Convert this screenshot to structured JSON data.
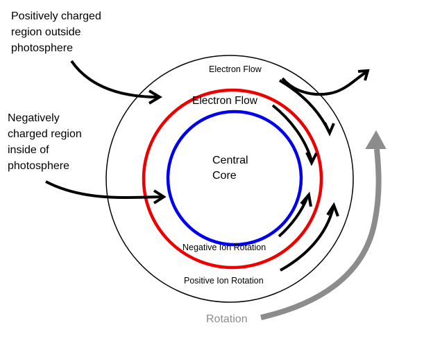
{
  "labels": {
    "positive_region": [
      "Positively charged",
      "region outside",
      "photosphere"
    ],
    "negative_region": [
      "Negatively",
      "charged region",
      "inside of",
      "photosphere"
    ],
    "electron_flow_outer": "Electron Flow",
    "electron_flow_inner": "Electron Flow",
    "core": [
      "Central",
      "Core"
    ],
    "negative_ion_rotation": "Negative Ion Rotation",
    "positive_ion_rotation": "Positive Ion Rotation",
    "rotation": "Rotation"
  },
  "colors": {
    "outer_ring": "#000000",
    "middle_ring": "#ee0000",
    "inner_ring": "#0000ee",
    "arrows": "#000000",
    "rotation_arrow": "#8c8c8c",
    "rotation_label": "#8c8c8c"
  }
}
